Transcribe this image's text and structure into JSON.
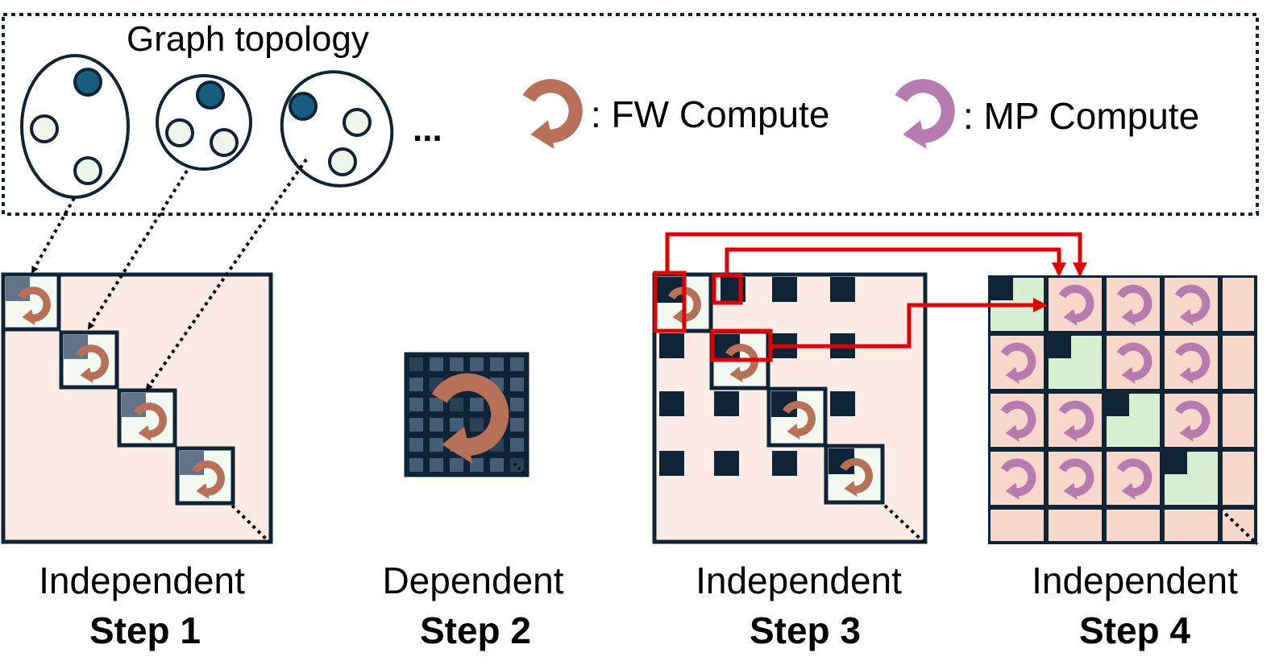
{
  "topology": {
    "title": "Graph topology",
    "ellipsis": "..."
  },
  "legend": {
    "fw_label": ": FW Compute",
    "mp_label": ": MP Compute",
    "fw_icon": "circular-arrow-icon",
    "mp_icon": "circular-arrow-icon"
  },
  "steps": [
    {
      "kind": "Independent",
      "label": "Step 1"
    },
    {
      "kind": "Dependent",
      "label": "Step 2"
    },
    {
      "kind": "Independent",
      "label": "Step 3"
    },
    {
      "kind": "Independent",
      "label": "Step 4"
    }
  ],
  "colors": {
    "outline": "#0f2436",
    "node_dark": "#165d7e",
    "node_light": "#eef6ec",
    "matrix_bg": "#fcece5",
    "diag_block": "#f3f8f0",
    "dark_block": "#0f2436",
    "fw": "#b87058",
    "mp": "#b77bb0",
    "step4_cell": "#f8d8cb",
    "step4_diag": "#d8efd2",
    "step2_cell": "#455c76",
    "arrow_red": "#e00000"
  }
}
